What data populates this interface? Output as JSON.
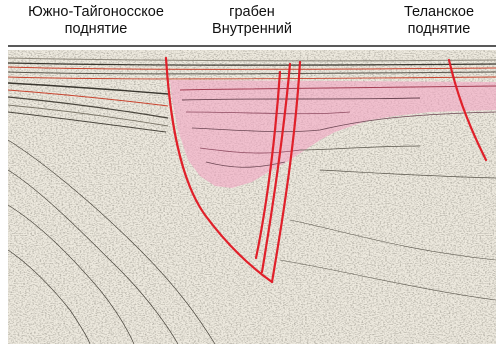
{
  "labels": {
    "left": {
      "line1": "Южно-Тайгоносское",
      "line2": "поднятие"
    },
    "mid": {
      "line1": "грабен",
      "line2": "Внутренний"
    },
    "right": {
      "line1": "Теланское",
      "line2": "поднятие"
    }
  },
  "colors": {
    "fault": "#e0202a",
    "graben_fill": "#f2a6c4",
    "seismic_light": "#eeeadf",
    "seismic_dark": "#6e6a5e",
    "horizon_red": "#c8432e",
    "baseline": "#222222"
  }
}
